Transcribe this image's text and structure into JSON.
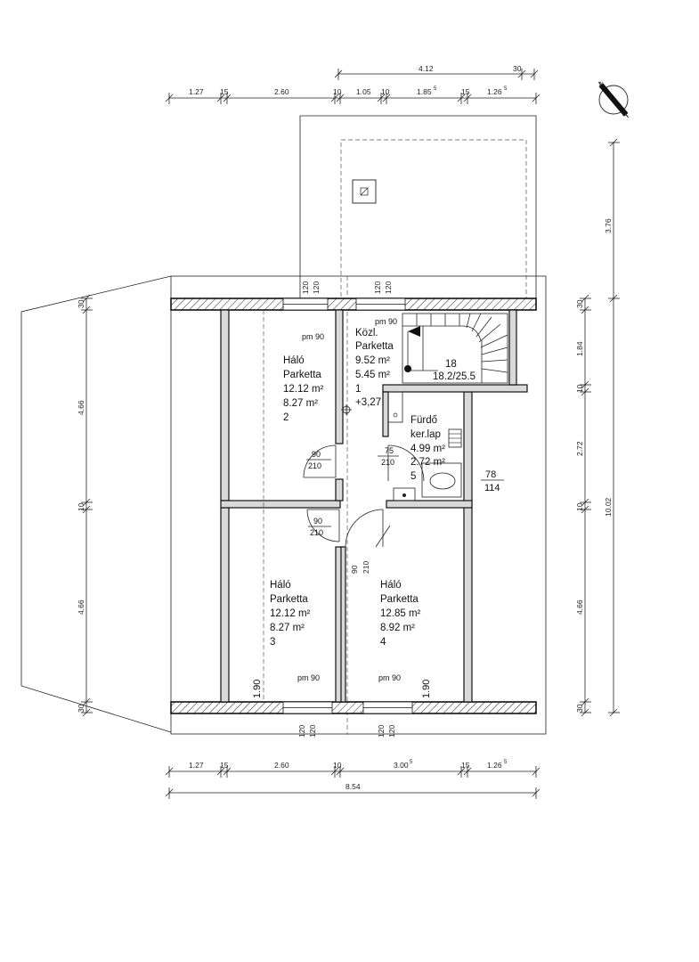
{
  "dims_top_upper": {
    "total": "4.12",
    "end": "30"
  },
  "dims_top": [
    "1.27",
    "15",
    "2.60",
    "10",
    "1.05",
    "10",
    "1.85",
    "15",
    "1.26"
  ],
  "dims_top_sup": {
    "d1": "5",
    "d2": "5"
  },
  "dims_bottom": [
    "1.27",
    "15",
    "2.60",
    "10",
    "3.00",
    "15",
    "1.26"
  ],
  "dims_bottom_sup": {
    "d1": "5",
    "d2": "5"
  },
  "dim_bottom_total": "8.54",
  "dims_left": [
    "30",
    "4.66",
    "10",
    "4.66",
    "30"
  ],
  "dims_right": [
    "3.76",
    "30",
    "1.84",
    "10",
    "2.72",
    "10",
    "4.66",
    "30"
  ],
  "dim_right_total": "10.02",
  "window_marks": [
    "120",
    "120",
    "120",
    "120",
    "120",
    "120",
    "120",
    "120"
  ],
  "pm_labels": [
    "pm 90",
    "pm 90",
    "pm 90",
    "pm 90"
  ],
  "rooms": {
    "r1": {
      "name": "Közl.",
      "floor": "Parketta",
      "area1": "9.52 m²",
      "area2": "5.45 m²",
      "num": "1",
      "level": "+3,27"
    },
    "r2": {
      "name": "Háló",
      "floor": "Parketta",
      "area1": "12.12 m²",
      "area2": "8.27 m²",
      "num": "2"
    },
    "r3": {
      "name": "Háló",
      "floor": "Parketta",
      "area1": "12.12 m²",
      "area2": "8.27 m²",
      "num": "3"
    },
    "r4": {
      "name": "Háló",
      "floor": "Parketta",
      "area1": "12.85 m²",
      "area2": "8.92 m²",
      "num": "4"
    },
    "r5": {
      "name": "Fürdő",
      "floor": "ker.lap",
      "area1": "4.99 m²",
      "area2": "2.72 m²",
      "num": "5"
    }
  },
  "stairs": {
    "steps": "18",
    "ratio": "18.2/25.5"
  },
  "doors": {
    "d1": {
      "w": "90",
      "h": "210"
    },
    "d2": {
      "w": "75",
      "h": "210"
    },
    "d3": {
      "w": "90",
      "h": "210"
    },
    "d4": {
      "w": "90",
      "h": "210"
    },
    "win": {
      "w": "78",
      "h": "114"
    }
  },
  "height_marks": [
    "1.90",
    "1.90"
  ]
}
